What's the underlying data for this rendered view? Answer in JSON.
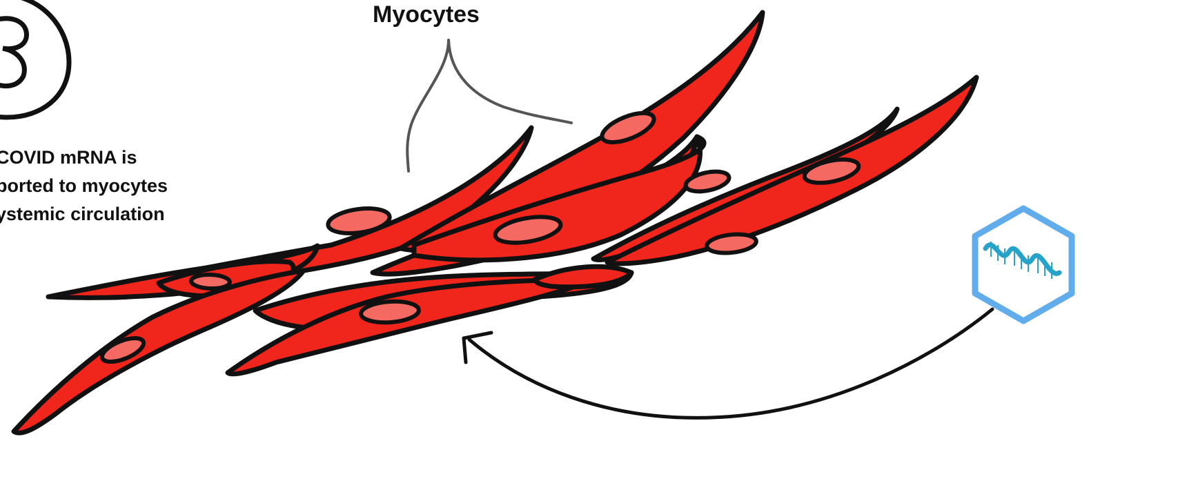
{
  "step_number": "3",
  "title": "Myocytes",
  "caption_lines": [
    "COVID mRNA is",
    "ported to myocytes",
    "ystemic circulation"
  ],
  "colors": {
    "cell_fill": "#f0261c",
    "nucleus_fill": "#f46a62",
    "outline": "#111111",
    "bracket": "#555555",
    "hexagon": "#61acea",
    "mrna": "#27a3c9"
  },
  "icons": {
    "mrna_badge": "hexagon-mrna-icon",
    "step_marker": "circled-number-icon"
  }
}
